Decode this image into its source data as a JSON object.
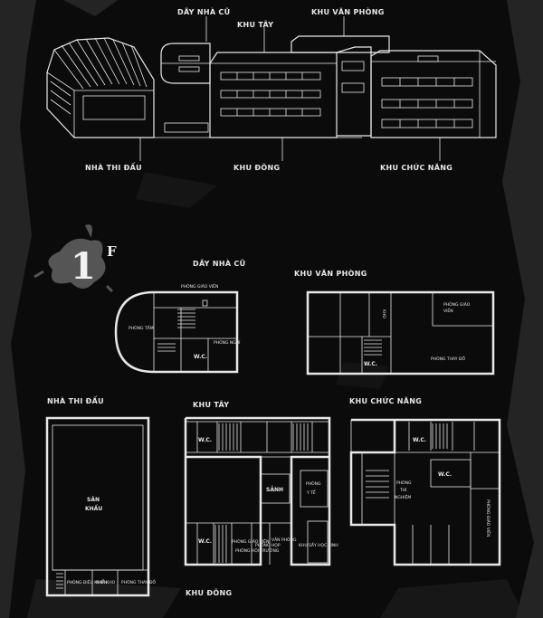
{
  "labels": {
    "day_nha_cu": "DÃY NHÀ CŨ",
    "khu_tay": "KHU TÂY",
    "khu_van_phong": "KHU VĂN PHÒNG",
    "nha_thi_dau": "NHÀ THI ĐẤU",
    "khu_dong": "KHU ĐÔNG",
    "khu_chuc_nang": "KHU CHỨC NĂNG"
  },
  "floor": {
    "number": "1",
    "suffix": "F"
  },
  "rooms": {
    "phong_giao_vien_1": "PHÒNG GIÁO VIÊN",
    "phong_tam": "PHÒNG TẮM",
    "phong_nghi": "PHÒNG NGHỈ",
    "wc": "W.C.",
    "phong_giao_vien_2a": "PHÒNG GIÁO",
    "phong_giao_vien_2b": "VIÊN",
    "phong_thay_do_1": "PHÒNG THAY ĐỒ",
    "kho_side": "KHO",
    "san_khau_1": "SÂN",
    "san_khau_2": "KHẤU",
    "phong_dieu_khien": "PHÒNG ĐIỀU KHIỂN",
    "nha_kho": "NHÀ KHO",
    "phong_thay_do_2": "PHÒNG THAY ĐỒ",
    "sanh": "SẢNH",
    "phong_y_te_1": "PHÒNG",
    "phong_y_te_2": "Y TẾ",
    "phong_giao_vien_3": "PHÒNG GIÁO VIÊN",
    "phong_hoi_truong": "PHÒNG HỘI TRƯỜNG",
    "phong_hop": "PHÒNG HỌP",
    "van_phong": "VĂN PHÒNG",
    "khu_say_hoc_sinh": "KHU SẤY HỌC SINH",
    "phong_thi_nghiem_1": "PHÒNG",
    "phong_thi_nghiem_2": "THÍ",
    "phong_thi_nghiem_3": "NGHIỆM",
    "phong_giao_vien_4": "PHÒNG GIÁO VIÊN"
  }
}
